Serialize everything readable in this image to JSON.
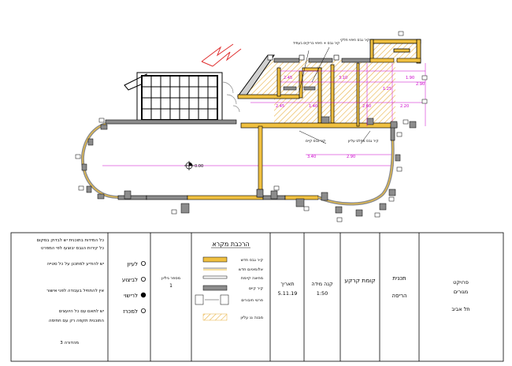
{
  "callouts": {
    "upper_left": "קיר גבס + חיפוי בריקים בעתיד",
    "upper_right": "קיר גבס חיפוי חלקי",
    "middle_left": "קיר גבס קיים",
    "middle_right": "קיר גבס מפלס עליון",
    "elevation_marker": "0.00"
  },
  "title_block": {
    "notes": [
      "כל המידות בתוכנית יש לבדוק במקום",
      "כל קירות הגבס יבוצעו לפי המפרט",
      "יש להודיע למתכנן על כל סטייה",
      "אין להתחיל בעבודה לפני אישור",
      "יש לתאם עם כל היועצים",
      "התוכנית תקפה רק עם חתימה",
      "מהדורה 3"
    ],
    "stages": [
      {
        "label": "לעיון",
        "filled": false
      },
      {
        "label": "לביצוע",
        "filled": false
      },
      {
        "label": "לרישוי",
        "filled": true
      },
      {
        "label": "למכרז",
        "filled": false
      }
    ],
    "sheet": {
      "label": "מספר גיליון",
      "number": "1"
    },
    "legend": {
      "title": "הרכבת מקרא",
      "items": [
        "קיר גבס חדש",
        "אלומיניום חדש",
        "מחיצה קיימת",
        "קיר קיים",
        "פרטי חיבורים",
        "מבנה גג עליון"
      ]
    },
    "date": {
      "label": "תאריך",
      "value": "5.11.19"
    },
    "scale": {
      "label": "קנה מידה",
      "value": "1:50"
    },
    "drawing": {
      "label": "קומת קרקע"
    },
    "type": {
      "line1": "תכנית",
      "line2": "הריסה"
    },
    "project": {
      "line1": "פרויקט",
      "line2": "מגורים",
      "line3": "תל אביב"
    }
  },
  "colors": {
    "wall": "#8c8c8c",
    "new_wall": "#f0c040",
    "hatch": "#e8b040",
    "dimension": "#cc00cc",
    "arrow": "#e03030"
  }
}
